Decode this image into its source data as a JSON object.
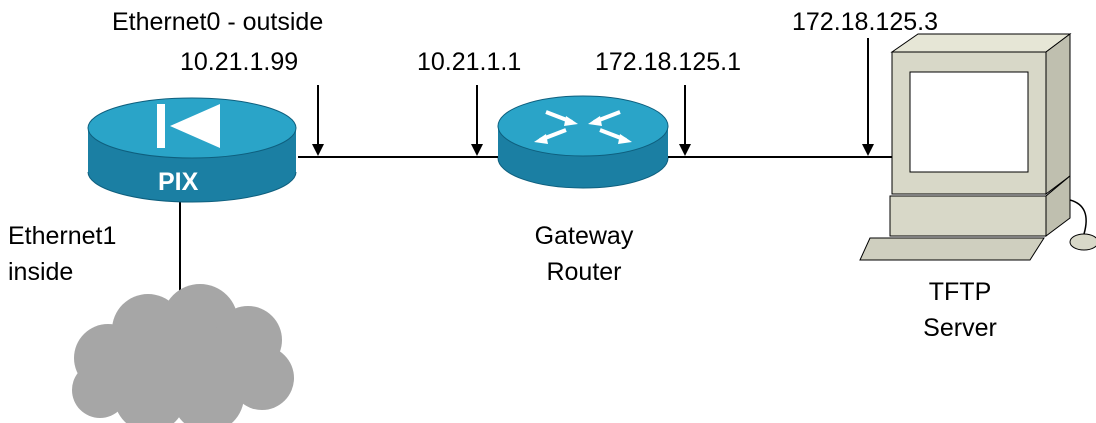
{
  "colors": {
    "device_top": "#2aa4c8",
    "device_side": "#1b7fa3",
    "device_dark": "#0e5f7e",
    "cloud": "#a6a6a6",
    "monitor": "#d8d8c8",
    "screen": "#ffffff",
    "link": "#000000"
  },
  "icons": [
    "pix-firewall-icon",
    "router-icon",
    "cloud-icon",
    "workstation-icon",
    "arrow-down-icon"
  ],
  "labels": {
    "pix_outside_interface": "Ethernet0 - outside",
    "pix_outside_ip": "10.21.1.99",
    "router_inside_ip": "10.21.1.1",
    "router_outside_ip": "172.18.125.1",
    "server_ip": "172.18.125.3",
    "pix_name": "PIX",
    "pix_inside_interface_line1": "Ethernet1",
    "pix_inside_interface_line2": "inside",
    "router_name_line1": "Gateway",
    "router_name_line2": "Router",
    "server_name_line1": "TFTP",
    "server_name_line2": "Server"
  }
}
